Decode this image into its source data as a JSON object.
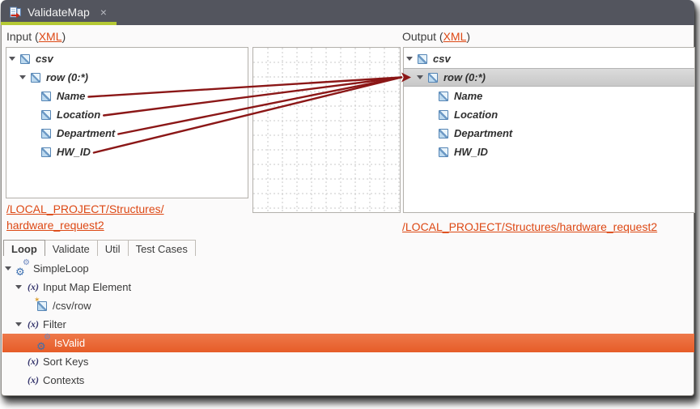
{
  "editor_tab": {
    "title": "ValidateMap",
    "close_glyph": "×"
  },
  "colors": {
    "tabbar_bg": "#53555e",
    "active_tab_underline": "#b5c934",
    "link_orange": "#dd4814",
    "map_line": "#8b1717",
    "selection_orange": "#e96e3c",
    "selection_gray": "#d2d2d2",
    "panel_border": "#b3b0ab"
  },
  "input_panel": {
    "header": {
      "prefix": "Input (",
      "link": "XML",
      "suffix": ")"
    },
    "tree": [
      {
        "level": 1,
        "icon": "element",
        "label": "csv",
        "expanded": true
      },
      {
        "level": 2,
        "icon": "element",
        "label": "row (0:*)",
        "expanded": true
      },
      {
        "level": 3,
        "icon": "element",
        "label": "Name",
        "mapped": true
      },
      {
        "level": 3,
        "icon": "element",
        "label": "Location",
        "mapped": true
      },
      {
        "level": 3,
        "icon": "element",
        "label": "Department",
        "mapped": true
      },
      {
        "level": 3,
        "icon": "element",
        "label": "HW_ID",
        "mapped": true
      }
    ],
    "path_link": {
      "line1": "/LOCAL_PROJECT/Structures/",
      "line2": "hardware_request2"
    }
  },
  "output_panel": {
    "header": {
      "prefix": "Output (",
      "link": "XML",
      "suffix": ")"
    },
    "tree": [
      {
        "level": 1,
        "icon": "element",
        "label": "csv",
        "expanded": true
      },
      {
        "level": 2,
        "icon": "element",
        "label": "row (0:*)",
        "expanded": true,
        "selected": true,
        "map_target": true
      },
      {
        "level": 3,
        "icon": "element",
        "label": "Name"
      },
      {
        "level": 3,
        "icon": "element",
        "label": "Location"
      },
      {
        "level": 3,
        "icon": "element",
        "label": "Department"
      },
      {
        "level": 3,
        "icon": "element",
        "label": "HW_ID"
      }
    ],
    "path_link": {
      "line1": "/LOCAL_PROJECT/Structures/hardware_request2"
    }
  },
  "mappings": [
    {
      "from": "Name",
      "to": "row (0:*)"
    },
    {
      "from": "Location",
      "to": "row (0:*)"
    },
    {
      "from": "Department",
      "to": "row (0:*)"
    },
    {
      "from": "HW_ID",
      "to": "row (0:*)"
    }
  ],
  "bottom_tabs": {
    "active": "Loop",
    "items": [
      "Loop",
      "Validate",
      "Util",
      "Test Cases"
    ]
  },
  "loop_tree": [
    {
      "level": 1,
      "icon": "gears",
      "label": "SimpleLoop",
      "expanded": true
    },
    {
      "level": 2,
      "icon": "xvar",
      "label": "Input Map Element",
      "expanded": true
    },
    {
      "level": 3,
      "icon": "element-new",
      "label": "/csv/row"
    },
    {
      "level": 2,
      "icon": "xvar",
      "label": "Filter",
      "expanded": true
    },
    {
      "level": 3,
      "icon": "gears",
      "label": "IsValid",
      "selected": true
    },
    {
      "level": 2,
      "icon": "xvar",
      "label": "Sort Keys"
    },
    {
      "level": 2,
      "icon": "xvar",
      "label": "Contexts"
    }
  ]
}
